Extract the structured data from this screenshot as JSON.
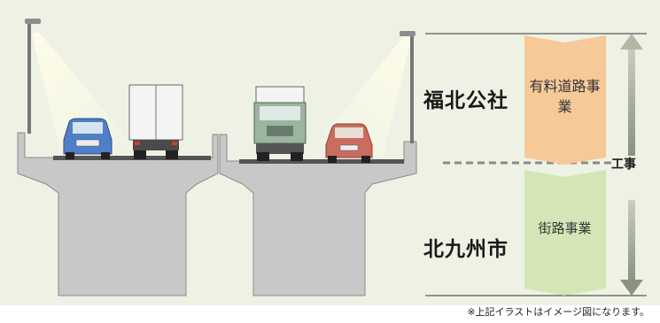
{
  "colors": {
    "background": "#eef2e4",
    "bridge": "#c8c8c8",
    "upper_scope_fill": "#f6c999",
    "lower_scope_fill": "#d4e6b5",
    "arrow": "#a8ad9c"
  },
  "labels": {
    "upper_entity": "福北公社",
    "upper_scope": "有料道路事業",
    "lower_entity": "北九州市",
    "lower_scope": "街路事業",
    "boundary": "工事",
    "note": "※上記イラストはイメージ図になります。"
  },
  "icons": [
    "street-lamp-icon",
    "car-icon",
    "truck-icon",
    "arrow-icon"
  ]
}
